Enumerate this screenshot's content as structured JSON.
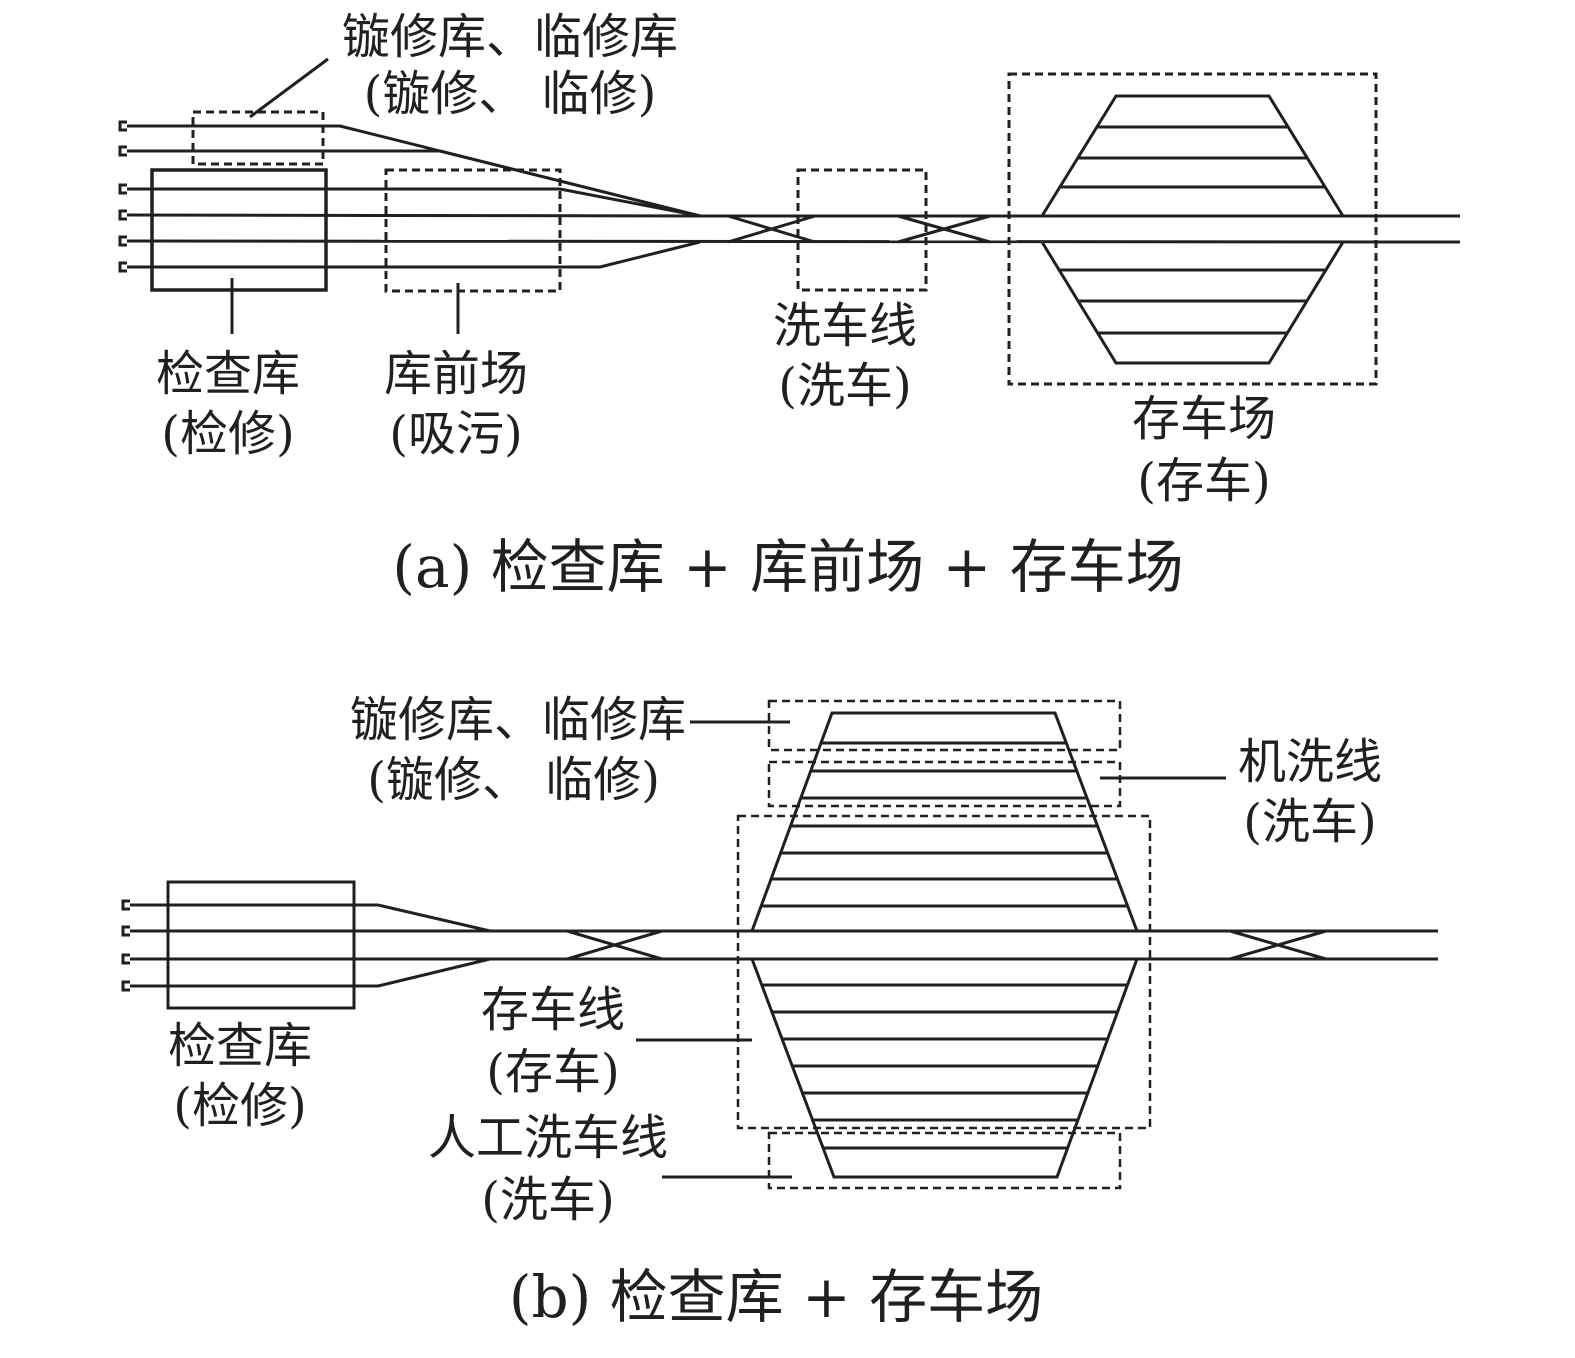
{
  "colors": {
    "line": "#231f20",
    "background": "#ffffff"
  },
  "diagram_a": {
    "caption": "(a) 检查库 + 库前场 + 存车场",
    "plating_shed": {
      "name": "镟修库、临修库",
      "function": "(镟修、 临修)"
    },
    "inspection_shed": {
      "name": "检查库",
      "function": "(检修)"
    },
    "front_yard": {
      "name": "库前场",
      "function": "(吸污)"
    },
    "washing_line": {
      "name": "洗车线",
      "function": "(洗车)"
    },
    "storage_yard": {
      "name": "存车场",
      "function": "(存车)"
    }
  },
  "diagram_b": {
    "caption": "(b) 检查库 + 存车场",
    "plating_shed": {
      "name": "镟修库、临修库",
      "function": "(镟修、 临修)"
    },
    "machine_wash": {
      "name": "机洗线",
      "function": "(洗车)"
    },
    "inspection_shed": {
      "name": "检查库",
      "function": "(检修)"
    },
    "storage_line": {
      "name": "存车线",
      "function": "(存车)"
    },
    "manual_wash": {
      "name": "人工洗车线",
      "function": "(洗车)"
    }
  }
}
